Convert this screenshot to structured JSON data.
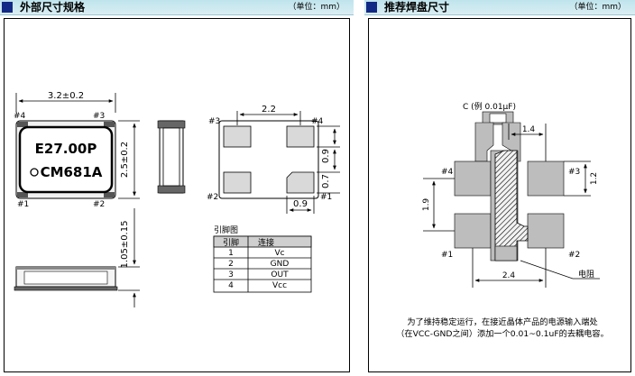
{
  "left": {
    "title": "外部尺寸规格",
    "unit": "（单位：mm）",
    "dims": {
      "width": "3.2±0.2",
      "height": "2.5±0.2",
      "thickness": "1.05±0.15",
      "pad_pitch": "2.2",
      "pad_height": "0.9",
      "pad_gap": "0.7",
      "pad_width": "0.9"
    },
    "package_marking": {
      "line1": "E27.00P",
      "line2": "CM681A"
    },
    "pins": {
      "p1": "#1",
      "p2": "#2",
      "p3": "#3",
      "p4": "#4"
    },
    "pin_table": {
      "caption": "引脚图",
      "headers": [
        "引脚",
        "连接"
      ],
      "rows": [
        [
          "1",
          "Vc"
        ],
        [
          "2",
          "GND"
        ],
        [
          "3",
          "OUT"
        ],
        [
          "4",
          "Vcc"
        ]
      ]
    }
  },
  "right": {
    "title": "推荐焊盘尺寸",
    "unit": "（单位：mm）",
    "capacitor_label": "C (例 0.01μF)",
    "dims": {
      "pitch_x": "1.4",
      "pad_h": "1.2",
      "pitch_y": "1.9",
      "total_w": "2.4"
    },
    "resistor_label": "电阻",
    "pins": {
      "p1": "#1",
      "p2": "#2",
      "p3": "#3",
      "p4": "#4"
    },
    "note_line1": "为了维持稳定运行，在接近晶体产品的电源输入端处",
    "note_line2": "（在VCC-GND之间）添加一个0.01~0.1uF的去耦电容。"
  }
}
